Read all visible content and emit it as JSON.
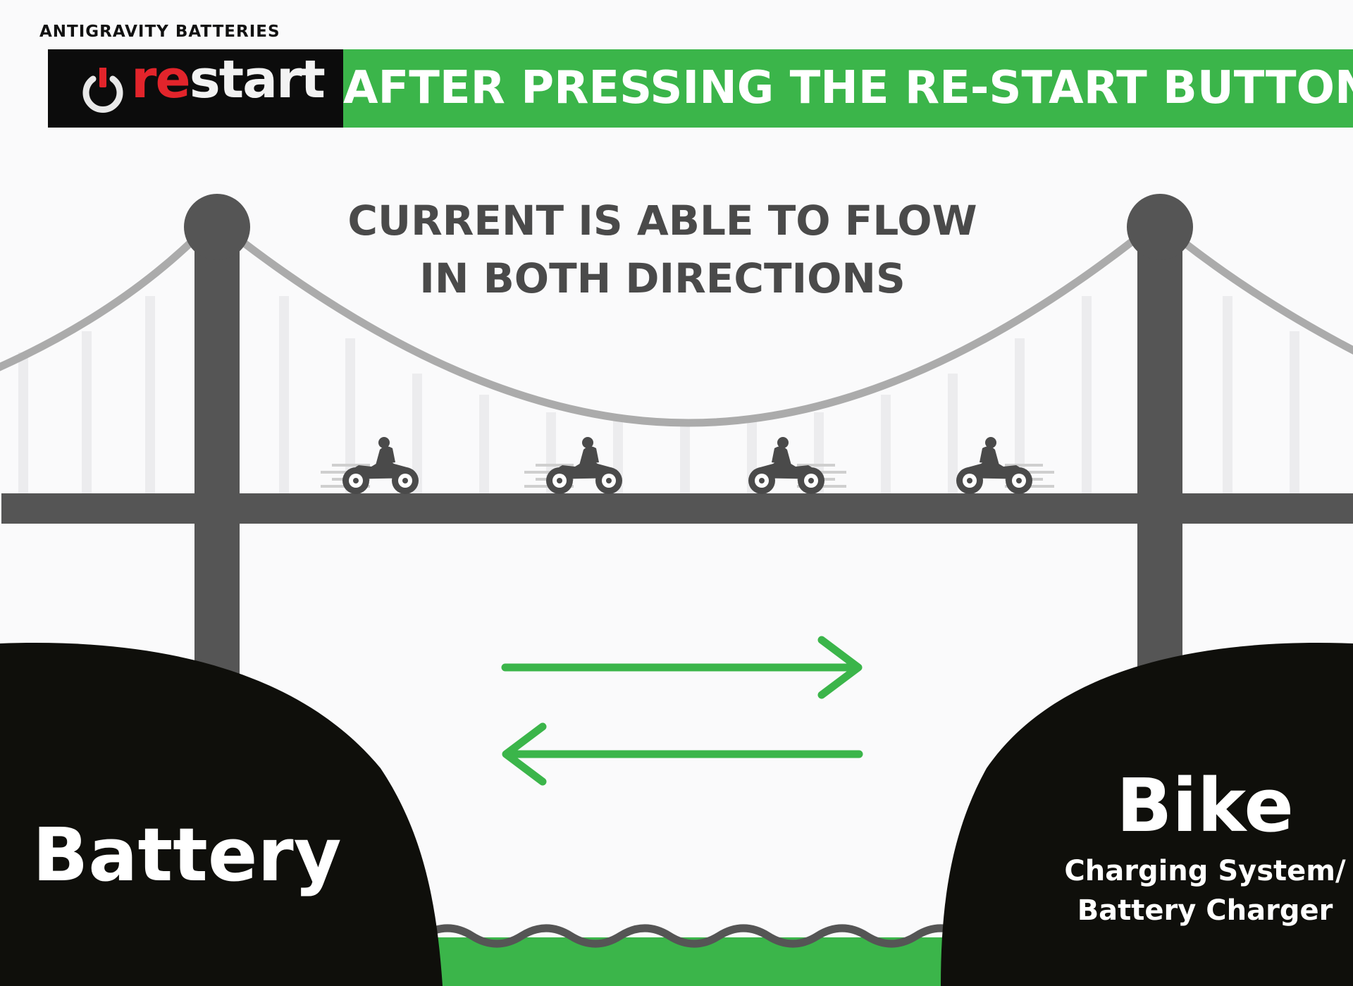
{
  "brand": {
    "name": "ANTIGRAVITY BATTERIES"
  },
  "logo": {
    "prefix": "re",
    "rest": "start",
    "icon": "power-button-icon"
  },
  "header": {
    "title": "AFTER PRESSING THE RE-START BUTTON"
  },
  "caption": {
    "line1": "CURRENT IS ABLE TO FLOW",
    "line2": "IN BOTH DIRECTIONS"
  },
  "left_bank": {
    "label": "Battery"
  },
  "right_bank": {
    "label": "Bike",
    "sub1": "Charging System/",
    "sub2": "Battery Charger"
  },
  "flow": {
    "arrows": [
      "arrow-right-icon",
      "arrow-left-icon"
    ]
  },
  "colors": {
    "green": "#3bb54a",
    "dark": "#0f0f0b",
    "structure": "#555555",
    "cable": "#ababab",
    "red": "#e2242b"
  }
}
